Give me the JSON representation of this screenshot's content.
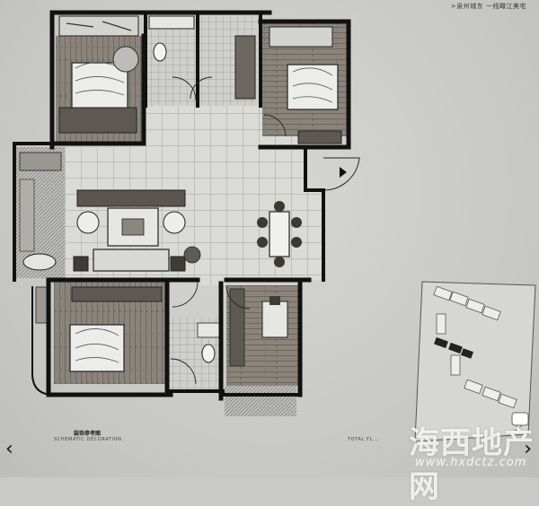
{
  "captions": {
    "top_right": ">泉州城东 一线瞰江美宅",
    "left_cn": "装饰参考图",
    "left_en": "SCHEMATIC DECORATION",
    "right_en": "TOTAL FL..."
  },
  "navigation": {
    "prev": "‹",
    "next": "›"
  },
  "watermark": {
    "logo": "海西地产网",
    "url": "www.hxdctz.com"
  },
  "colors": {
    "wall": "#111111",
    "floor_tile": "#d9d9d6",
    "wood": "#7a736a",
    "paper": "#c9c9c6"
  }
}
